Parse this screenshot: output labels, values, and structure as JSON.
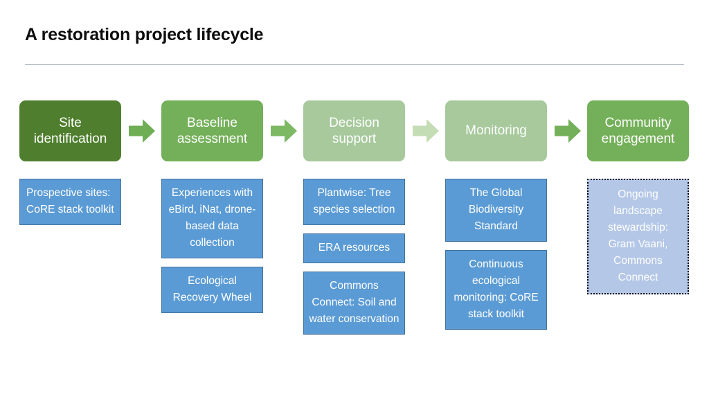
{
  "slide": {
    "title": "A restoration project lifecycle"
  },
  "colors": {
    "stage_dark_green": "#4F7F2E",
    "stage_green": "#74B05A",
    "stage_pale_green": "#A7C99C",
    "arrow_green": "#74B05A",
    "arrow_pale_green": "#C5DDB5",
    "detail_blue": "#5B9BD5",
    "detail_blue_border": "#41719C",
    "highlight_lavender": "#B4C7E7",
    "highlight_border": "#000000",
    "title_text": "#0D0D0D",
    "rule": "#9AA7B4"
  },
  "process": {
    "stages": [
      {
        "id": "site-identification",
        "label": "Site identification",
        "fill": "#4F7F2E"
      },
      {
        "id": "baseline-assessment",
        "label": "Baseline assessment",
        "fill": "#74B05A"
      },
      {
        "id": "decision-support",
        "label": "Decision support",
        "fill": "#A7C99C"
      },
      {
        "id": "monitoring",
        "label": "Monitoring",
        "fill": "#A7C99C"
      },
      {
        "id": "community-engagement",
        "label": "Community engagement",
        "fill": "#74B05A"
      }
    ],
    "arrows": [
      {
        "id": "arrow-1",
        "fill": "#6FAE55"
      },
      {
        "id": "arrow-2",
        "fill": "#7DB863"
      },
      {
        "id": "arrow-3",
        "fill": "#C5DDB5"
      },
      {
        "id": "arrow-4",
        "fill": "#74B05A"
      }
    ]
  },
  "columns": [
    {
      "id": "column-site-identification",
      "items": [
        {
          "id": "prospective-sites",
          "text": "Prospective sites: CoRE stack toolkit",
          "style": "left-align"
        }
      ]
    },
    {
      "id": "column-baseline-assessment",
      "items": [
        {
          "id": "experiences-ebird-inat-drone",
          "text": "Experiences with eBird, iNat, drone-based data collection",
          "style": "center"
        },
        {
          "id": "ecological-recovery-wheel",
          "text": "Ecological Recovery Wheel",
          "style": "center"
        }
      ]
    },
    {
      "id": "column-decision-support",
      "items": [
        {
          "id": "plantwise-tree-species",
          "text": "Plantwise: Tree species selection",
          "style": "center"
        },
        {
          "id": "era-resources",
          "text": "ERA resources",
          "style": "center"
        },
        {
          "id": "commons-connect-soil-water",
          "text": "Commons Connect: Soil and water conservation",
          "style": "center"
        }
      ]
    },
    {
      "id": "column-monitoring",
      "items": [
        {
          "id": "global-biodiversity-standard",
          "text": "The Global Biodiversity Standard",
          "style": "center"
        },
        {
          "id": "continuous-ecological-monitoring",
          "text": "Continuous ecological monitoring: CoRE stack toolkit",
          "style": "center"
        }
      ]
    },
    {
      "id": "column-community-engagement",
      "items": [
        {
          "id": "ongoing-landscape-stewardship",
          "text": "Ongoing landscape stewardship: Gram Vaani, Commons Connect",
          "style": "highlight"
        }
      ]
    }
  ]
}
